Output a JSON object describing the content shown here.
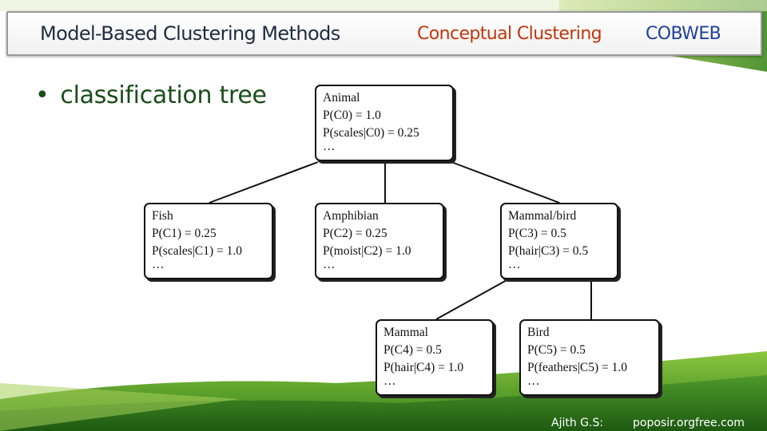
{
  "header": {
    "title": "Model-Based Clustering Methods",
    "subtitle": "Conceptual Clustering",
    "topic": "COBWEB"
  },
  "bullet": {
    "text": "classification tree"
  },
  "tree": {
    "nodes": [
      {
        "id": "animal",
        "lines": [
          "Animal",
          "P(C0) = 1.0",
          "P(scales|C0) = 0.25",
          "…"
        ]
      },
      {
        "id": "fish",
        "lines": [
          "Fish",
          "P(C1) = 0.25",
          "P(scales|C1) = 1.0",
          "…"
        ]
      },
      {
        "id": "amphibian",
        "lines": [
          "Amphibian",
          "P(C2) = 0.25",
          "P(moist|C2) = 1.0",
          "…"
        ]
      },
      {
        "id": "mammalbird",
        "lines": [
          "Mammal/bird",
          "P(C3) = 0.5",
          "P(hair|C3) = 0.5",
          "…"
        ]
      },
      {
        "id": "mammal",
        "lines": [
          "Mammal",
          "P(C4) = 0.5",
          "P(hair|C4) = 1.0",
          "…"
        ]
      },
      {
        "id": "bird",
        "lines": [
          "Bird",
          "P(C5) = 0.5",
          "P(feathers|C5) = 1.0",
          "…"
        ]
      }
    ]
  },
  "footer": {
    "author": "Ajith G.S:",
    "site": "poposir.orgfree.com"
  }
}
